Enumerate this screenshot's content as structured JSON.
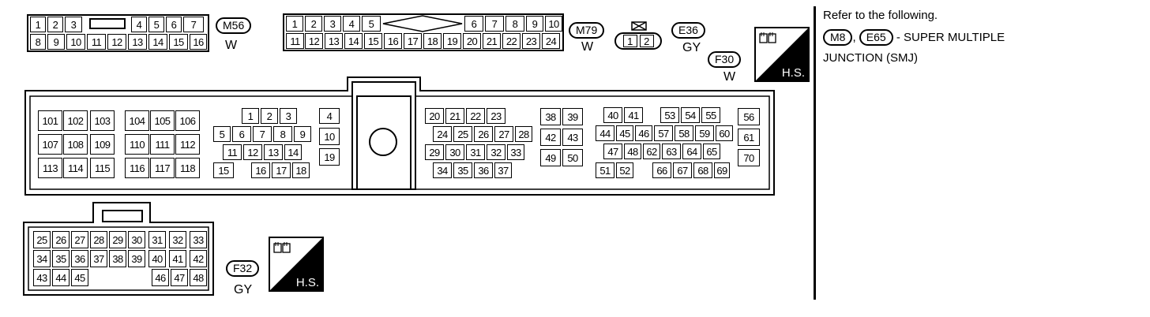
{
  "connectors": {
    "m56": {
      "id": "M56",
      "color": "W"
    },
    "m79": {
      "id": "M79",
      "color": "W"
    },
    "e36": {
      "id": "E36",
      "color": "GY"
    },
    "f30": {
      "id": "F30",
      "color": "W"
    },
    "f32": {
      "id": "F32",
      "color": "GY"
    }
  },
  "two_pin": [
    "1",
    "2"
  ],
  "hs_label": "H.S.",
  "note": {
    "line1": "Refer to the following.",
    "ref1": "M8",
    "sep": ",",
    "ref2": "E65",
    "line2_rest": " - SUPER MULTIPLE",
    "line3": "JUNCTION (SMJ)"
  },
  "pins": {
    "m56_top": [
      "1",
      "2",
      "3",
      "4",
      "5",
      "6",
      "7"
    ],
    "m56_bottom": [
      "8",
      "9",
      "10",
      "11",
      "12",
      "13",
      "14",
      "15",
      "16"
    ],
    "m79_top": [
      "1",
      "2",
      "3",
      "4",
      "5",
      "6",
      "7",
      "8",
      "9",
      "10"
    ],
    "m79_bottom": [
      "11",
      "12",
      "13",
      "14",
      "15",
      "16",
      "17",
      "18",
      "19",
      "20",
      "21",
      "22",
      "23",
      "24"
    ],
    "f30_a": [
      "101",
      "102",
      "103",
      "107",
      "108",
      "109",
      "113",
      "114",
      "115"
    ],
    "f30_b": [
      "104",
      "105",
      "106",
      "110",
      "111",
      "112",
      "116",
      "117",
      "118"
    ],
    "f30_c": [
      "1",
      "2",
      "3",
      "5",
      "6",
      "7",
      "8",
      "9",
      "11",
      "12",
      "13",
      "14",
      "15",
      "16",
      "17",
      "18"
    ],
    "f30_d": [
      "4",
      "10",
      "19"
    ],
    "f30_e": [
      "20",
      "21",
      "22",
      "23",
      "24",
      "25",
      "26",
      "27",
      "28",
      "29",
      "30",
      "31",
      "32",
      "33",
      "34",
      "35",
      "36",
      "37"
    ],
    "f30_f": [
      "38",
      "39",
      "42",
      "43",
      "49",
      "50"
    ],
    "f30_g": [
      "40",
      "41",
      "53",
      "54",
      "55",
      "44",
      "45",
      "46",
      "57",
      "58",
      "59",
      "60",
      "47",
      "48",
      "62",
      "63",
      "64",
      "65",
      "51",
      "52",
      "66",
      "67",
      "68",
      "69"
    ],
    "f30_h": [
      "56",
      "61",
      "70"
    ],
    "f32": [
      "25",
      "26",
      "27",
      "28",
      "29",
      "30",
      "31",
      "32",
      "33",
      "34",
      "35",
      "36",
      "37",
      "38",
      "39",
      "40",
      "41",
      "42",
      "43",
      "44",
      "45",
      "46",
      "47",
      "48"
    ]
  }
}
